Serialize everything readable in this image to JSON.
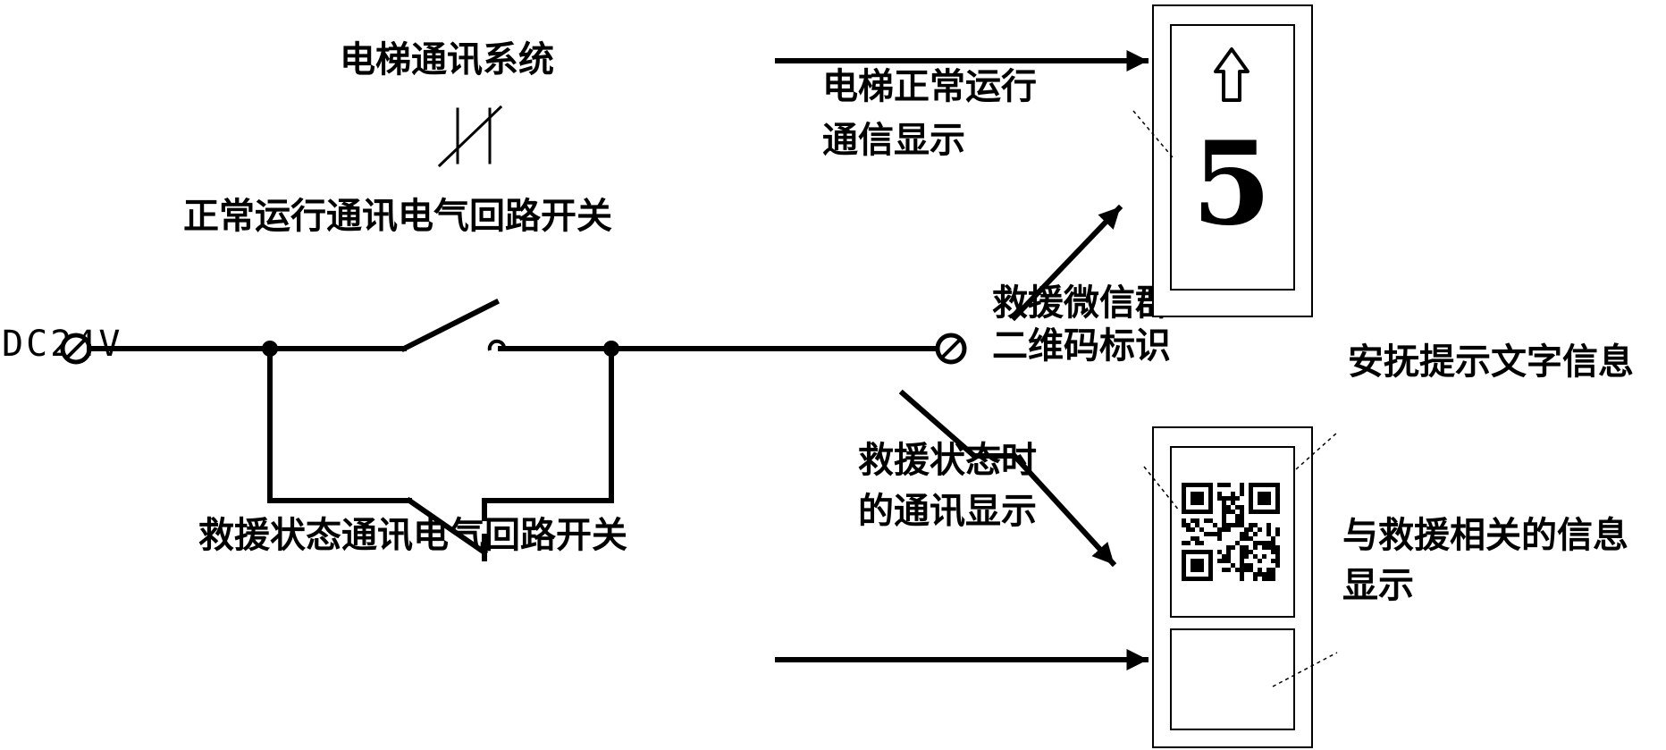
{
  "labels": {
    "comm_system": "电梯通讯系统",
    "normal_switch": "正常运行通讯电气回路开关",
    "power_supply": "DC24V",
    "normal_display_line1": "电梯正常运行",
    "normal_display_line2": "通信显示",
    "qr_label_line1": "救援微信群",
    "qr_label_line2": "二维码标识",
    "comfort_text": "安抚提示文字信息",
    "rescue_display_line1": "救援状态时",
    "rescue_display_line2": "的通讯显示",
    "rescue_switch": "救援状态通讯电气回路开关",
    "rescue_info_line1": "与救援相关的信息",
    "rescue_info_line2": "显示"
  },
  "floor_display": {
    "floor_number": "5",
    "direction": "up"
  },
  "icons": {
    "terminal": "terminal-circle-slash-icon",
    "arrow": "arrowhead-icon",
    "direction": "up-arrow-icon",
    "qr": "qr-code-icon",
    "symbol": "communication-link-symbol-icon"
  }
}
